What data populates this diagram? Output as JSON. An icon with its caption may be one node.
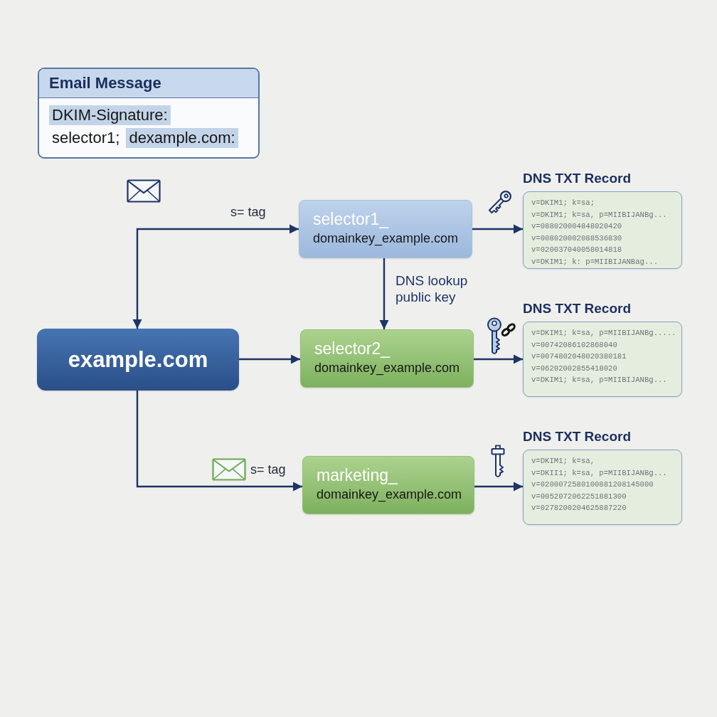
{
  "diagram": {
    "nodes": [
      {
        "text": [
          "Email Message",
          "DKIM-Signature:",
          "selector1;",
          "dexample.com:"
        ]
      },
      {
        "text": [
          "example.com"
        ]
      },
      {
        "text": [
          "selector1_",
          "domainkey_example.com"
        ]
      },
      {
        "text": [
          "selector2_",
          "domainkey_example.com"
        ]
      },
      {
        "text": [
          "marketing_",
          "domainkey_example.com"
        ]
      },
      {
        "text": [
          "DNS TXT Record",
          "v=DKIM1; k=sa;",
          "v=DKIM1; k=sa, p=MIIBIJANBg...",
          "v=088020004848020420",
          "v=008020002088536830",
          "v=020037040058014818",
          "v=DKIM1; k: p=MIIBIJANBag..."
        ]
      },
      {
        "text": [
          "DNS TXT Record",
          "v=DKIM1; k=sa, p=MIIBIJANBg.....",
          "v=00742086102868040",
          "v=0074802048020380181",
          "v=06202002855418020",
          "v=DKIM1; k=sa, p=MIIBIJANBg..."
        ]
      },
      {
        "text": [
          "DNS TXT Record",
          "v=DKIM1; k=sa,",
          "v=DKII1; k=sa, p=MIIBIJANBg...",
          "v=0200072580100881208145000",
          "v=0052072062251881300",
          "v=0278200204625887220"
        ]
      }
    ],
    "edges": [
      {
        "from": 1,
        "to": 2,
        "arrow": "both",
        "label": "s= tag"
      },
      {
        "from": 1,
        "to": 3,
        "arrow": "to"
      },
      {
        "from": 1,
        "to": 4,
        "arrow": "to",
        "label": "s= tag"
      },
      {
        "from": 2,
        "to": 3,
        "arrow": "to",
        "label": "DNS lookup public key"
      },
      {
        "from": 2,
        "to": 5,
        "arrow": "to"
      },
      {
        "from": 3,
        "to": 6,
        "arrow": "to"
      },
      {
        "from": 4,
        "to": 7,
        "arrow": "to"
      }
    ]
  }
}
